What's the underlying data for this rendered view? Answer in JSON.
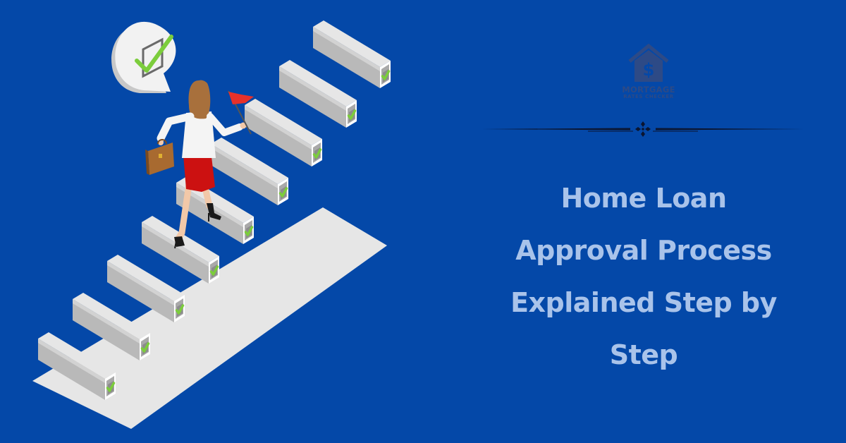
{
  "colors": {
    "background": "#0448a8",
    "headline_text": "#a9c3ea",
    "logo": "#2d4a86",
    "beam_top": "#e4e4e4",
    "beam_side": "#b8b8b8",
    "check_green": "#7ccd3c",
    "skirt_red": "#cc1111",
    "flag_red": "#e8312a",
    "briefcase_brown": "#a86a30",
    "hair_brown": "#a8703c",
    "divider_dark": "#0b1530"
  },
  "logo": {
    "icon": "house-dollar-icon",
    "symbol": "$",
    "title": "MORTGAGE",
    "subtitle": "RATES CHECKER"
  },
  "divider": {
    "ornament": "quatrefoil-ornament-icon"
  },
  "headline": {
    "lines": [
      "Home Loan",
      "Approval Process",
      "Explained Step by",
      "Step"
    ]
  },
  "illustration": {
    "description": "Isometric businesswoman with briefcase and red flag climbing steps of grey beams, each with a green checkmark, beside a speech bubble with a checked box",
    "step_count": 9,
    "bubble_icon": "checkbox-checked-icon",
    "step_icon": "checkmark-icon",
    "flag_icon": "flag-icon",
    "briefcase_icon": "briefcase-icon"
  }
}
